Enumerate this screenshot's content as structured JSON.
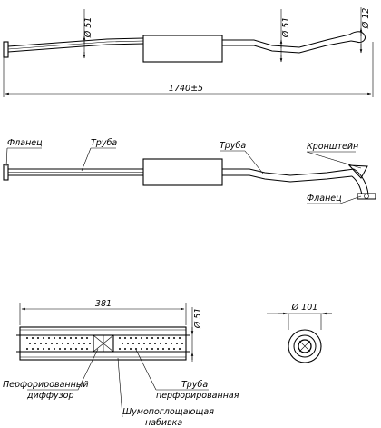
{
  "dimensions": {
    "d51_left": "Ø 51",
    "d51_right": "Ø 51",
    "d12": "Ø 12",
    "total_length": "1740±5",
    "muffler_length": "381",
    "muffler_d51": "Ø 51",
    "muffler_d101": "Ø 101"
  },
  "labels": {
    "flange_left": "Фланец",
    "pipe_left": "Труба",
    "pipe_right": "Труба",
    "bracket": "Кронштейн",
    "flange_right": "Фланец",
    "perf_diffuser_1": "Перфорированный",
    "perf_diffuser_2": "диффузор",
    "perf_pipe_1": "Труба",
    "perf_pipe_2": "перфорированная",
    "packing_1": "Шумопоглощающая",
    "packing_2": "набивка"
  }
}
